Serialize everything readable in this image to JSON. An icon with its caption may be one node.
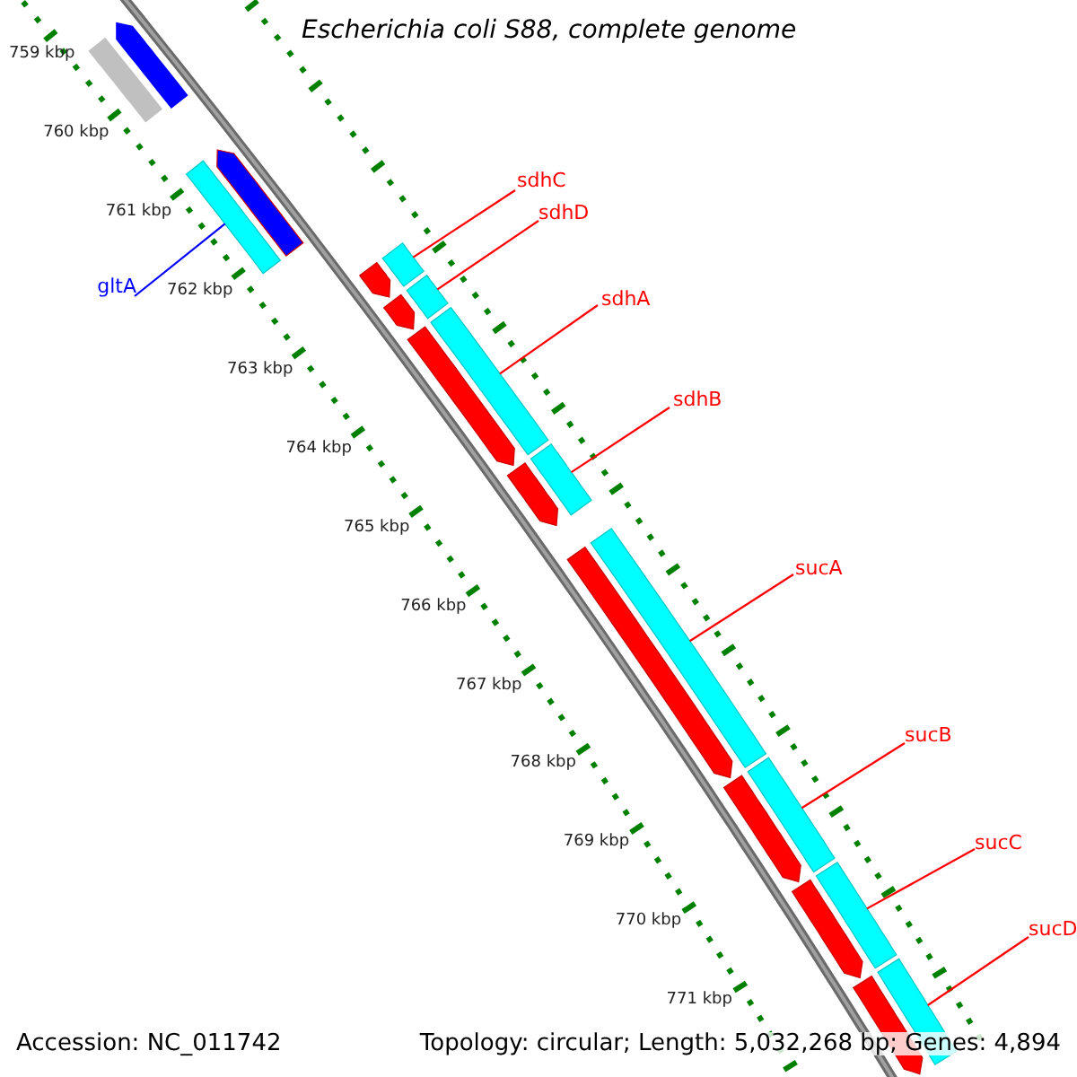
{
  "diagram": {
    "title": "Escherichia coli S88, complete genome",
    "nodes": [
      {
        "text": [
          "sdhC"
        ]
      },
      {
        "text": [
          "sdhD"
        ]
      },
      {
        "text": [
          "gltA"
        ]
      },
      {
        "text": [
          "sdhA"
        ]
      },
      {
        "text": [
          "sdhB"
        ]
      },
      {
        "text": [
          "sucA"
        ]
      },
      {
        "text": [
          "sucB"
        ]
      },
      {
        "text": [
          "sucC"
        ]
      },
      {
        "text": [
          "sucD"
        ]
      },
      {
        "text": [],
        "shape": "arrow"
      },
      {
        "text": [],
        "shape": "arrow"
      },
      {
        "text": [],
        "shape": "arrow"
      },
      {
        "text": [],
        "shape": "arrow"
      },
      {
        "text": [],
        "shape": "arrow"
      },
      {
        "text": [],
        "shape": "arrow"
      },
      {
        "text": [],
        "shape": "arrow"
      },
      {
        "text": [],
        "shape": "arrow"
      },
      {
        "text": [],
        "shape": "arrow"
      }
    ],
    "edges": [
      {
        "from": 0,
        "to": 10,
        "arrow": "none"
      },
      {
        "from": 1,
        "to": 11,
        "arrow": "none"
      },
      {
        "from": 2,
        "to": 9,
        "arrow": "none",
        "color": "#0000ff"
      },
      {
        "from": 3,
        "to": 12,
        "arrow": "none"
      },
      {
        "from": 4,
        "to": 13,
        "arrow": "none"
      },
      {
        "from": 5,
        "to": 14,
        "arrow": "none"
      },
      {
        "from": 6,
        "to": 15,
        "arrow": "none"
      },
      {
        "from": 7,
        "to": 16,
        "arrow": "none"
      },
      {
        "from": 8,
        "to": 17,
        "arrow": "none"
      }
    ],
    "labels": [
      "759 kbp",
      "760 kbp",
      "761 kbp",
      "762 kbp",
      "763 kbp",
      "764 kbp",
      "765 kbp",
      "766 kbp",
      "767 kbp",
      "768 kbp",
      "769 kbp",
      "770 kbp",
      "771 kbp",
      "Accession: NC_011742",
      "Topology: circular; Length: 5,032,268 bp; Genes: 4,894"
    ]
  }
}
